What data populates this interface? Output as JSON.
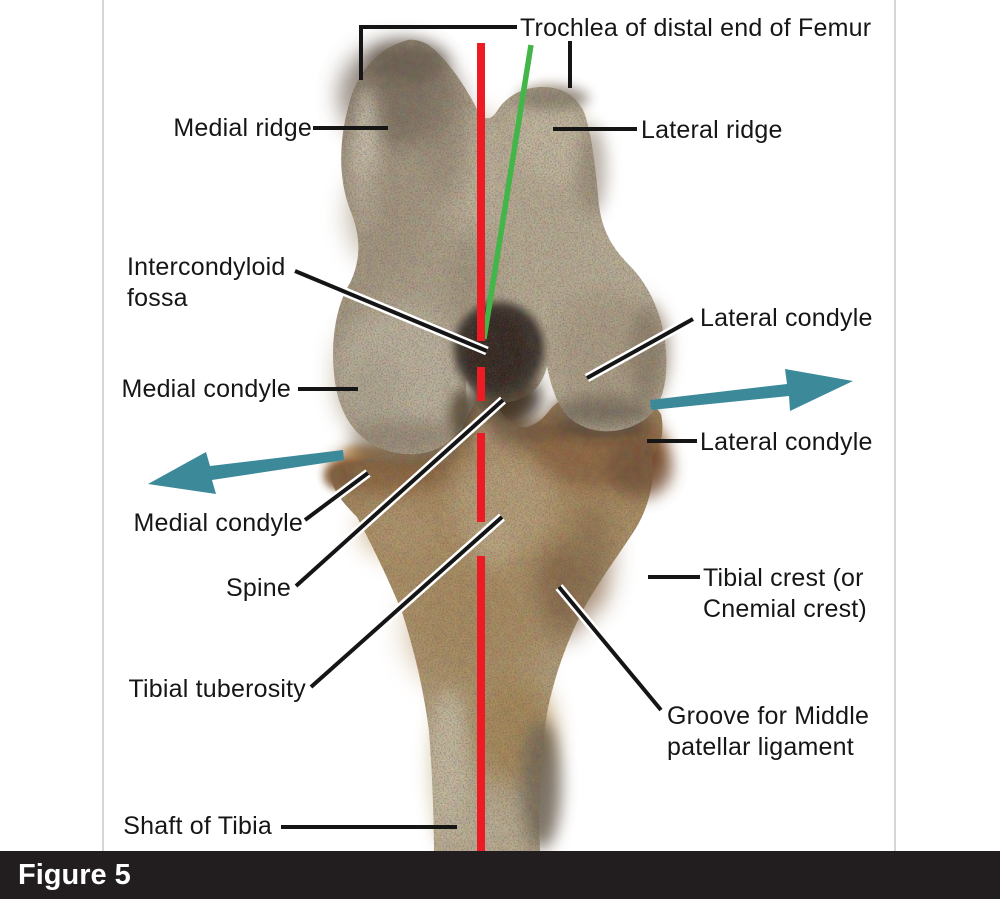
{
  "figure": {
    "caption": "Figure 5"
  },
  "labels": {
    "trochlea": "Trochlea of distal end of Femur",
    "medial_ridge": "Medial ridge",
    "lateral_ridge": "Lateral ridge",
    "intercondyloid_fossa": "Intercondyloid\nfossa",
    "lateral_condyle_femur": "Lateral condyle",
    "medial_condyle_femur": "Medial condyle",
    "lateral_condyle_tibia": "Lateral condyle",
    "medial_condyle_tibia": "Medial condyle",
    "spine": "Spine",
    "tibial_crest": "Tibial crest (or\nCnemial crest)",
    "tibial_tuberosity": "Tibial tuberosity",
    "groove": "Groove for Middle\npatellar ligament",
    "shaft_of_tibia": "Shaft of Tibia"
  },
  "colors": {
    "axis_red": "#ed1c24",
    "axis_green": "#43b649",
    "arrow_teal": "#3c8a99",
    "caption_bar": "#221e1f",
    "label_text": "#161616"
  }
}
